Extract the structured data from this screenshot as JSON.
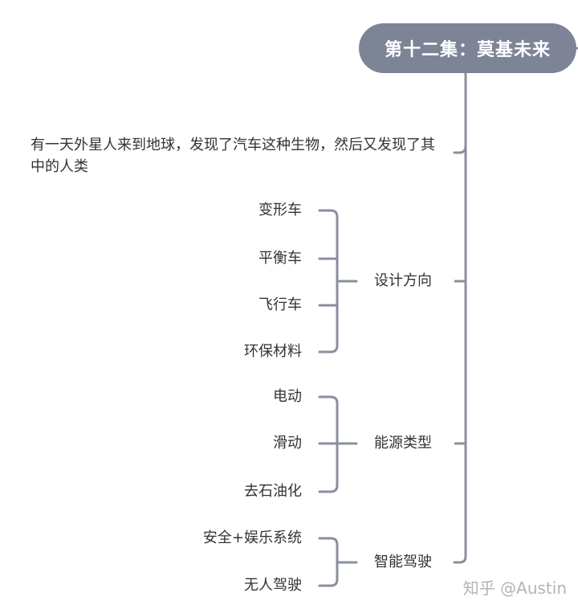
{
  "root": {
    "title": "第十二集：莫基未来"
  },
  "intro": "有一天外星人来到地球，发现了汽车这种生物，然后又发现了其中的人类",
  "branches": [
    {
      "label": "设计方向",
      "children": [
        "变形车",
        "平衡车",
        "飞行车",
        "环保材料"
      ]
    },
    {
      "label": "能源类型",
      "children": [
        "电动",
        "滑动",
        "去石油化"
      ]
    },
    {
      "label": "智能驾驶",
      "children": [
        "安全+娱乐系统",
        "无人驾驶"
      ]
    }
  ],
  "watermark": "知乎 @Austin",
  "colors": {
    "line": "#8a8f9e",
    "root_fill": "#7d8496",
    "text": "#333333"
  }
}
